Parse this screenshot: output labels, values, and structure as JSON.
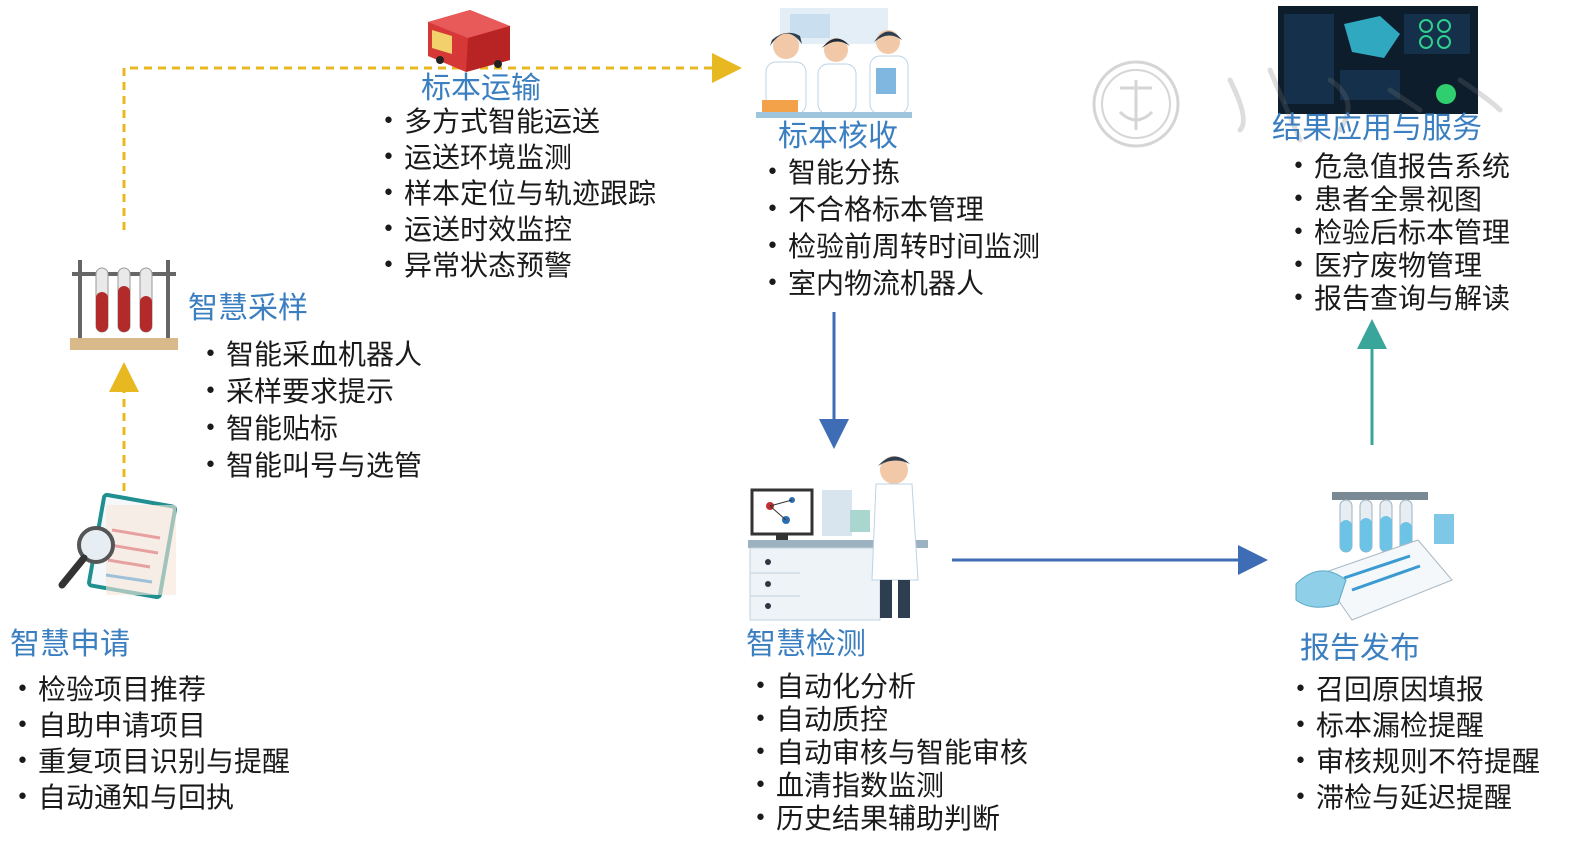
{
  "stages": {
    "request": {
      "title": "智慧申请",
      "items": [
        "检验项目推荐",
        "自助申请项目",
        "重复项目识别与提醒",
        "自动通知与回执"
      ]
    },
    "sampling": {
      "title": "智慧采样",
      "items": [
        "智能采血机器人",
        "采样要求提示",
        "智能贴标",
        "智能叫号与选管"
      ]
    },
    "transport": {
      "title": "标本运输",
      "items": [
        "多方式智能运送",
        "运送环境监测",
        "样本定位与轨迹跟踪",
        "运送时效监控",
        "异常状态预警"
      ]
    },
    "receive": {
      "title": "标本核收",
      "items": [
        "智能分拣",
        "不合格标本管理",
        "检验前周转时间监测",
        "室内物流机器人"
      ]
    },
    "testing": {
      "title": "智慧检测",
      "items": [
        "自动化分析",
        "自动质控",
        "自动审核与智能审核",
        "血清指数监测",
        "历史结果辅助判断"
      ]
    },
    "report": {
      "title": "报告发布",
      "items": [
        "召回原因填报",
        "标本漏检提醒",
        "审核规则不符提醒",
        "滞检与延迟提醒"
      ]
    },
    "result": {
      "title": "结果应用与服务",
      "items": [
        "危急值报告系统",
        "患者全景视图",
        "检验后标本管理",
        "医疗废物管理",
        "报告查询与解读"
      ]
    }
  },
  "colors": {
    "title": "#3b7fc0",
    "dashed_arrow": "#e8b820",
    "solid_arrow_blue": "#3f6db5",
    "solid_arrow_teal": "#3aa59a"
  },
  "icons": {
    "request": "clipboard-magnifier-icon",
    "sampling": "test-tube-rack-icon",
    "transport": "delivery-robot-icon",
    "receive": "lab-staff-icon",
    "testing": "lab-scientist-icon",
    "report": "report-tubes-icon",
    "result": "dashboard-screen-icon"
  }
}
